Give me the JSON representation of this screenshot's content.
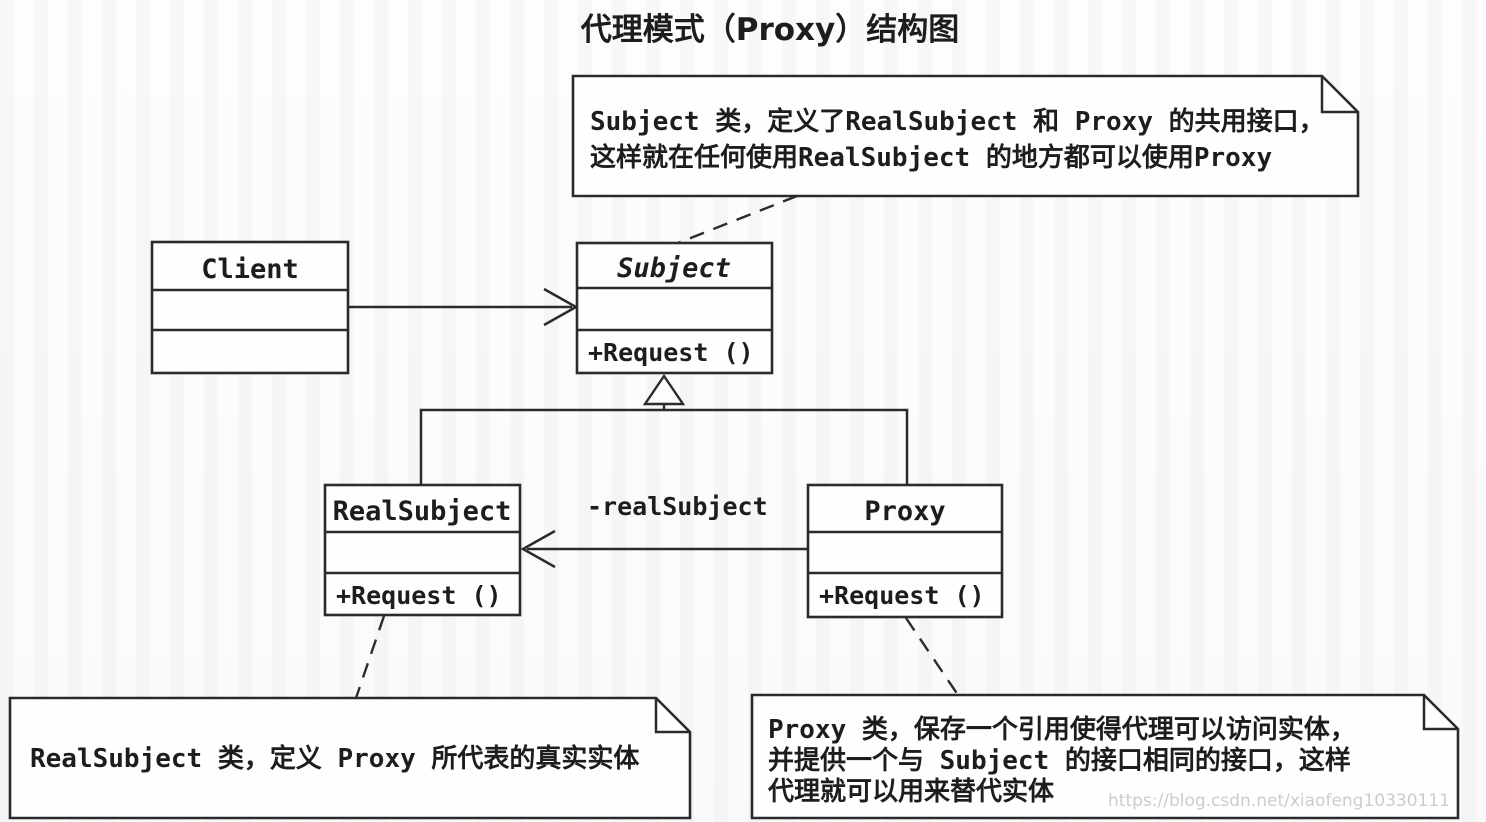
{
  "title": "代理模式（Proxy）结构图",
  "classes": {
    "client": {
      "name": "Client"
    },
    "subject": {
      "name": "Subject",
      "operation": "+Request ()"
    },
    "real_subject": {
      "name": "RealSubject",
      "operation": "+Request ()"
    },
    "proxy": {
      "name": "Proxy",
      "operation": "+Request ()"
    }
  },
  "relations": {
    "association_label": "-realSubject"
  },
  "notes": {
    "subject_note": {
      "line1": "Subject 类，定义了RealSubject 和 Proxy 的共用接口，",
      "line2": "这样就在任何使用RealSubject 的地方都可以使用Proxy"
    },
    "real_subject_note": {
      "line1": "RealSubject 类，定义 Proxy 所代表的真实实体"
    },
    "proxy_note": {
      "line1": "Proxy 类，保存一个引用使得代理可以访问实体，",
      "line2": "并提供一个与 Subject 的接口相同的接口，这样",
      "line3": "代理就可以用来替代实体"
    }
  },
  "watermark": "https://blog.csdn.net/xiaofeng10330111",
  "colors": {
    "line": "#2b2b2b",
    "paper": "#fdfdfd",
    "watermark": "#c9ccd1"
  }
}
